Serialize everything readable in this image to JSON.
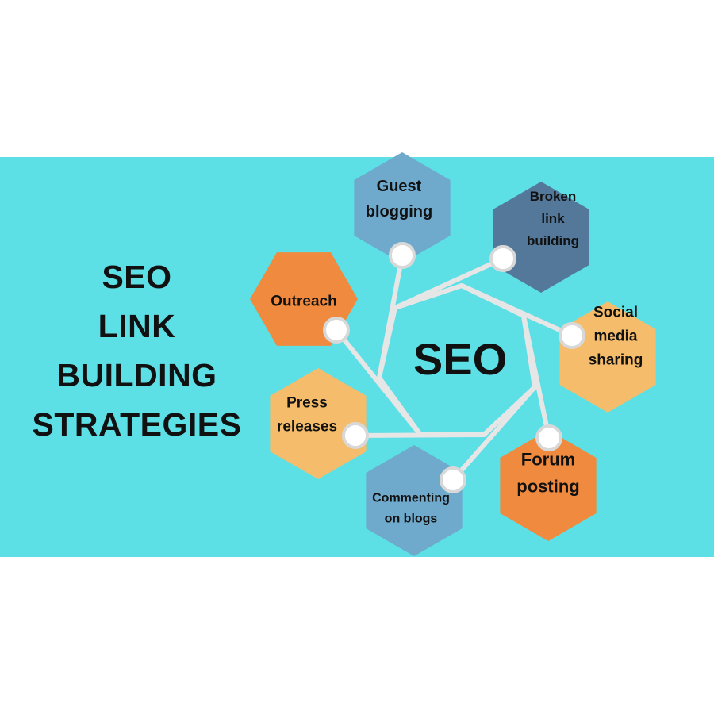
{
  "title": {
    "lines": [
      "SEO",
      "LINK",
      "BUILDING",
      "STRATEGIES"
    ]
  },
  "center": {
    "label": "SEO"
  },
  "strategies": [
    {
      "id": "guest-blogging",
      "lines": [
        "Guest",
        "blogging"
      ],
      "color": "#6fa9cc"
    },
    {
      "id": "broken-link-building",
      "lines": [
        "Broken",
        "link",
        "building"
      ],
      "color": "#53789a"
    },
    {
      "id": "social-media-sharing",
      "lines": [
        "Social",
        "media",
        "sharing"
      ],
      "color": "#f5bd6b"
    },
    {
      "id": "forum-posting",
      "lines": [
        "Forum",
        "posting"
      ],
      "color": "#f08a3e"
    },
    {
      "id": "commenting-on-blogs",
      "lines": [
        "Commenting",
        "on blogs"
      ],
      "color": "#6fa9cc"
    },
    {
      "id": "press-releases",
      "lines": [
        "Press",
        "releases"
      ],
      "color": "#f5bd6b"
    },
    {
      "id": "outreach",
      "lines": [
        "Outreach"
      ],
      "color": "#f08a3e"
    }
  ],
  "colors": {
    "background": "#5ddfe6",
    "connector": "#e6e6e6"
  }
}
